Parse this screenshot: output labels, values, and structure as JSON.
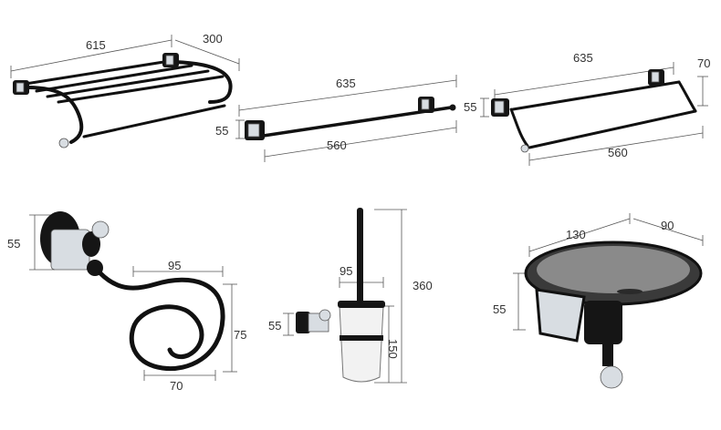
{
  "colors": {
    "metal": "#151515",
    "dimension_line": "#555555",
    "ceramic": "#f2f2f2",
    "crystal": "#d8dde2"
  },
  "products": {
    "towel_rack": {
      "width": "615",
      "depth": "300"
    },
    "single_bar": {
      "length": "635",
      "height": "55",
      "spacing": "560"
    },
    "double_bar": {
      "length": "635",
      "height": "55",
      "bar_gap": "70",
      "spacing": "560"
    },
    "dryer_holder": {
      "base_height": "55",
      "top_width": "95",
      "ring_height": "75",
      "bottom_width": "70"
    },
    "toilet_brush": {
      "height": "55",
      "brush_width": "95",
      "total_height": "360",
      "cup_height": "150"
    },
    "soap_dish": {
      "width": "130",
      "depth": "90",
      "height": "55"
    }
  }
}
